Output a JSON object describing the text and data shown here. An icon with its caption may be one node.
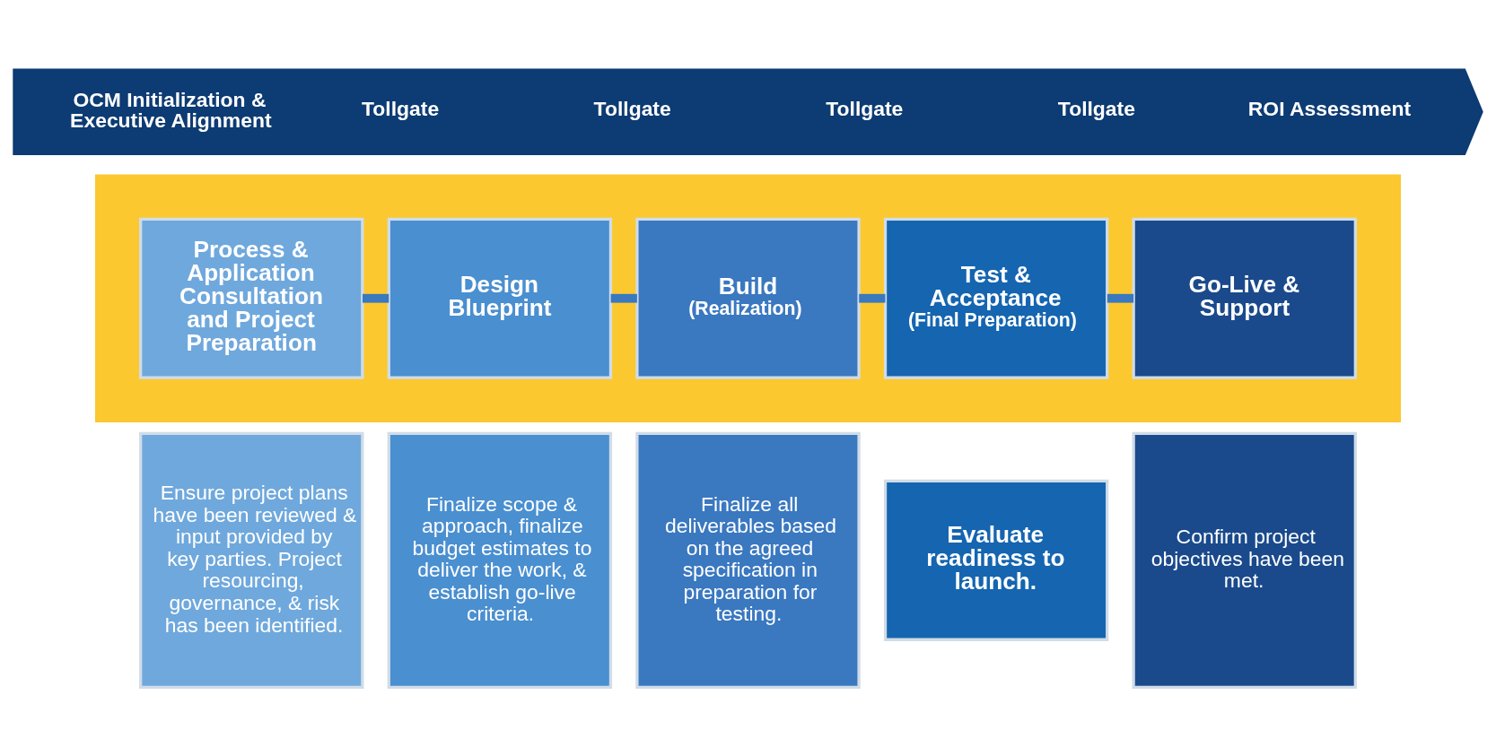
{
  "diagram": {
    "nodes": [
      {
        "text": [
          "OCM Initialization & Executive Alignment",
          "Tollgate",
          "Tollgate",
          "Tollgate",
          "Tollgate",
          "ROI Assessment"
        ]
      },
      {
        "text": [],
        "shape": "arrow"
      },
      {
        "text": [
          "Process & Application Consultation and Project Preparation"
        ],
        "in": 1
      },
      {
        "text": [
          "Design Blueprint"
        ],
        "in": 1
      },
      {
        "text": [
          "Build",
          "(Realization)"
        ],
        "in": 1
      },
      {
        "text": [
          "Test & Acceptance",
          "(Final Preparation)"
        ],
        "in": 1
      },
      {
        "text": [
          "Go-Live & Support"
        ],
        "in": 1
      },
      {
        "text": [
          "Ensure project plans have been reviewed & input provided by key parties. Project resourcing, governance, & risk has been identified."
        ]
      },
      {
        "text": [
          "Finalize scope & approach, finalize budget estimates to deliver the work, & establish go-live criteria."
        ]
      },
      {
        "text": [
          "Finalize all deliverables based on the agreed specification in preparation for testing."
        ]
      },
      {
        "text": [
          "Evaluate readiness to launch."
        ]
      },
      {
        "text": [
          "Confirm project objectives have been met."
        ]
      }
    ],
    "edges": [
      {
        "from": 2,
        "to": 3,
        "arrow": "none"
      },
      {
        "from": 3,
        "to": 4,
        "arrow": "none"
      },
      {
        "from": 4,
        "to": 5,
        "arrow": "none"
      },
      {
        "from": 5,
        "to": 6,
        "arrow": "none"
      }
    ]
  }
}
